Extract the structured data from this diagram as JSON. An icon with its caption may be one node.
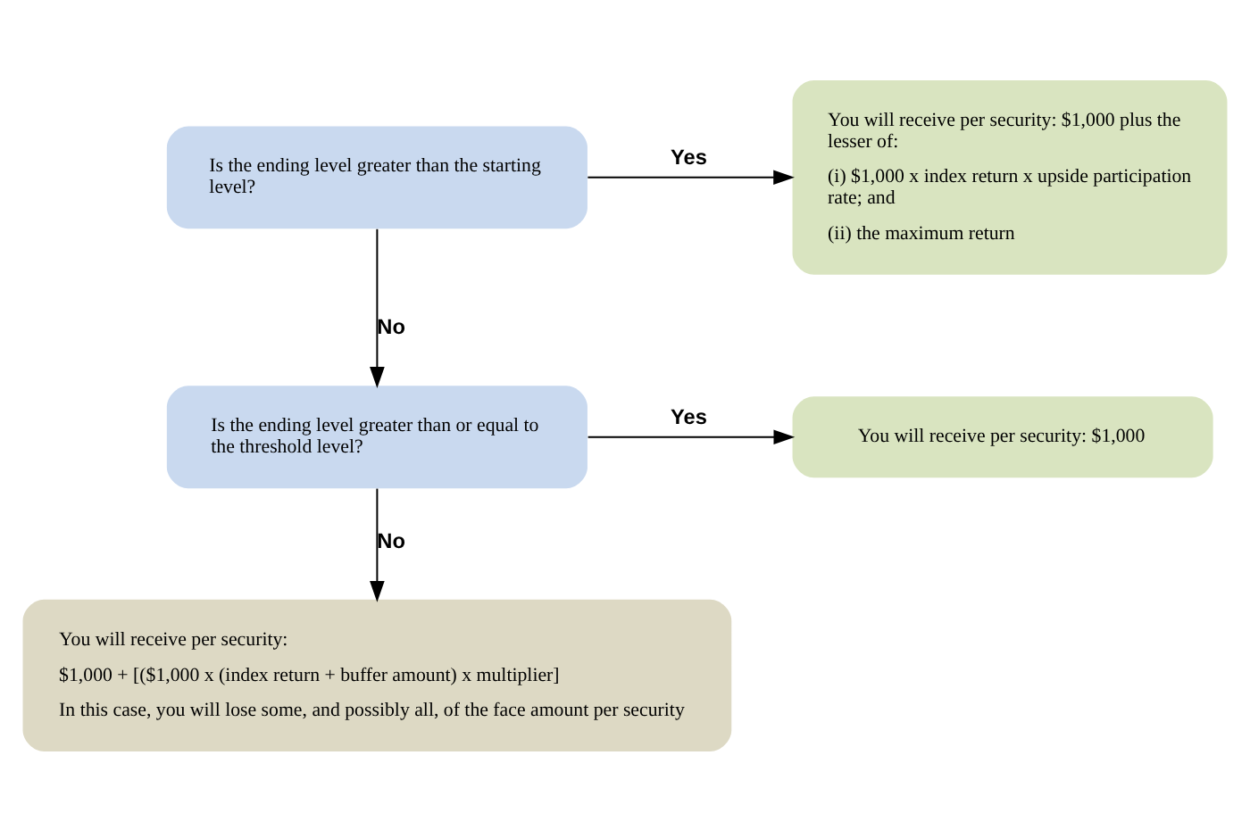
{
  "diagram": {
    "nodes": [
      {
        "text": [
          "Is the ending level greater than the starting level?"
        ]
      },
      {
        "text": [
          "You will receive per security: $1,000 plus the lesser of:",
          "(i) $1,000 x index return x upside participation rate; and",
          "(ii) the maximum return"
        ]
      },
      {
        "text": [
          "Is the ending level greater than or equal to the threshold level?"
        ]
      },
      {
        "text": [
          "You will receive per security: $1,000"
        ]
      },
      {
        "text": [
          "You will receive per security:",
          "$1,000 + [($1,000 x (index return + buffer amount) x multiplier]",
          "In this case, you will lose some, and possibly all, of the face amount per security"
        ]
      }
    ],
    "edges": [
      {
        "from": 0,
        "to": 1,
        "arrow": "to",
        "label": "Yes"
      },
      {
        "from": 0,
        "to": 2,
        "arrow": "to",
        "label": "No"
      },
      {
        "from": 2,
        "to": 3,
        "arrow": "to",
        "label": "Yes"
      },
      {
        "from": 2,
        "to": 4,
        "arrow": "to",
        "label": "No"
      }
    ]
  }
}
